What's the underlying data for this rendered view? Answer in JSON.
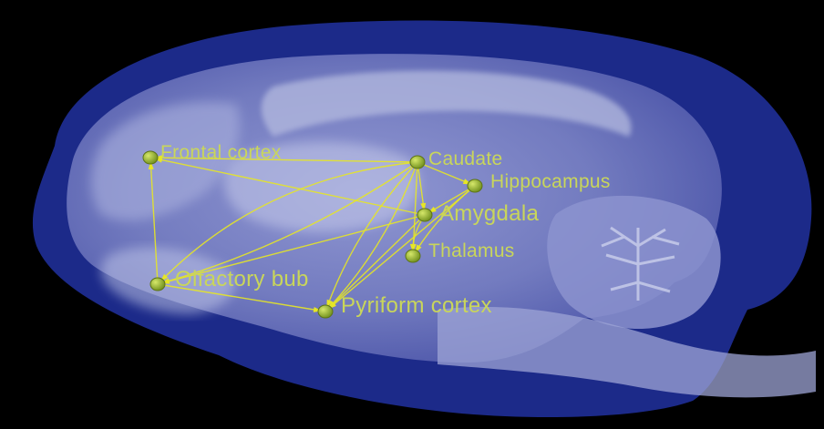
{
  "colors": {
    "background": "#000000",
    "brain_outer": "#1c2a8c",
    "brain_inner": "#7f86c8",
    "brain_light": "#bcc2e8",
    "edge": "#e6e626",
    "label": "#c9d65a",
    "node": "#8fae2a",
    "node_highlight": "#d6e86a"
  },
  "nodes": [
    {
      "id": "frontal",
      "label": "Frontal cortex"
    },
    {
      "id": "caudate",
      "label": "Caudate"
    },
    {
      "id": "hippocampus",
      "label": "Hippocampus"
    },
    {
      "id": "amygdala",
      "label": "Amygdala"
    },
    {
      "id": "thalamus",
      "label": "Thalamus"
    },
    {
      "id": "olfactory",
      "label": "Olfactory bub"
    },
    {
      "id": "pyriform",
      "label": "Pyriform cortex"
    }
  ],
  "edges": [
    {
      "from": "caudate",
      "to": "frontal"
    },
    {
      "from": "amygdala",
      "to": "frontal"
    },
    {
      "from": "olfactory",
      "to": "frontal"
    },
    {
      "from": "caudate",
      "to": "hippocampus"
    },
    {
      "from": "caudate",
      "to": "amygdala"
    },
    {
      "from": "caudate",
      "to": "thalamus"
    },
    {
      "from": "caudate",
      "to": "olfactory"
    },
    {
      "from": "caudate",
      "to": "olfactory"
    },
    {
      "from": "caudate",
      "to": "pyriform"
    },
    {
      "from": "caudate",
      "to": "pyriform"
    },
    {
      "from": "hippocampus",
      "to": "amygdala"
    },
    {
      "from": "hippocampus",
      "to": "thalamus"
    },
    {
      "from": "hippocampus",
      "to": "pyriform"
    },
    {
      "from": "amygdala",
      "to": "olfactory"
    },
    {
      "from": "amygdala",
      "to": "thalamus"
    },
    {
      "from": "amygdala",
      "to": "pyriform"
    },
    {
      "from": "olfactory",
      "to": "pyriform"
    }
  ]
}
